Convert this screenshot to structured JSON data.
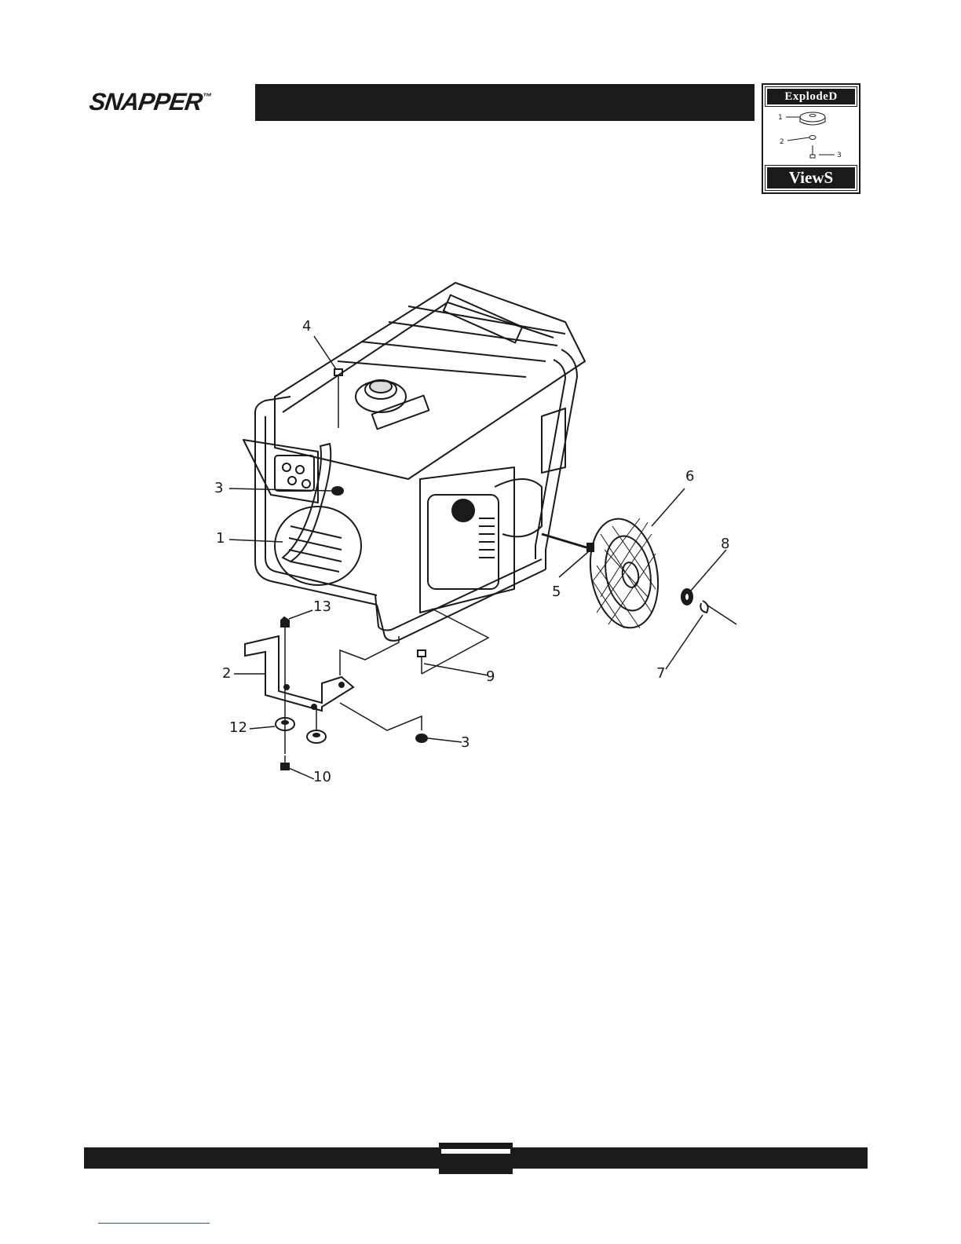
{
  "header": {
    "brand": "SNAPPER",
    "trademark": "™"
  },
  "badge": {
    "top_word": "ExplodeD",
    "bottom_word": "ViewS",
    "callouts": [
      "1",
      "2",
      "3"
    ]
  },
  "diagram": {
    "subject": "generator-frame-wheel-kit",
    "callouts": [
      {
        "id": "c4",
        "label": "4"
      },
      {
        "id": "c3a",
        "label": "3"
      },
      {
        "id": "c1",
        "label": "1"
      },
      {
        "id": "c6",
        "label": "6"
      },
      {
        "id": "c8",
        "label": "8"
      },
      {
        "id": "c5",
        "label": "5"
      },
      {
        "id": "c13",
        "label": "13"
      },
      {
        "id": "c2",
        "label": "2"
      },
      {
        "id": "c9",
        "label": "9"
      },
      {
        "id": "c7",
        "label": "7"
      },
      {
        "id": "c12",
        "label": "12"
      },
      {
        "id": "c3b",
        "label": "3"
      },
      {
        "id": "c10",
        "label": "10"
      }
    ]
  },
  "footer": {
    "page_number": ""
  },
  "colors": {
    "ink": "#1a1a1a",
    "paper": "#ffffff",
    "link_line": "#3050c0"
  }
}
